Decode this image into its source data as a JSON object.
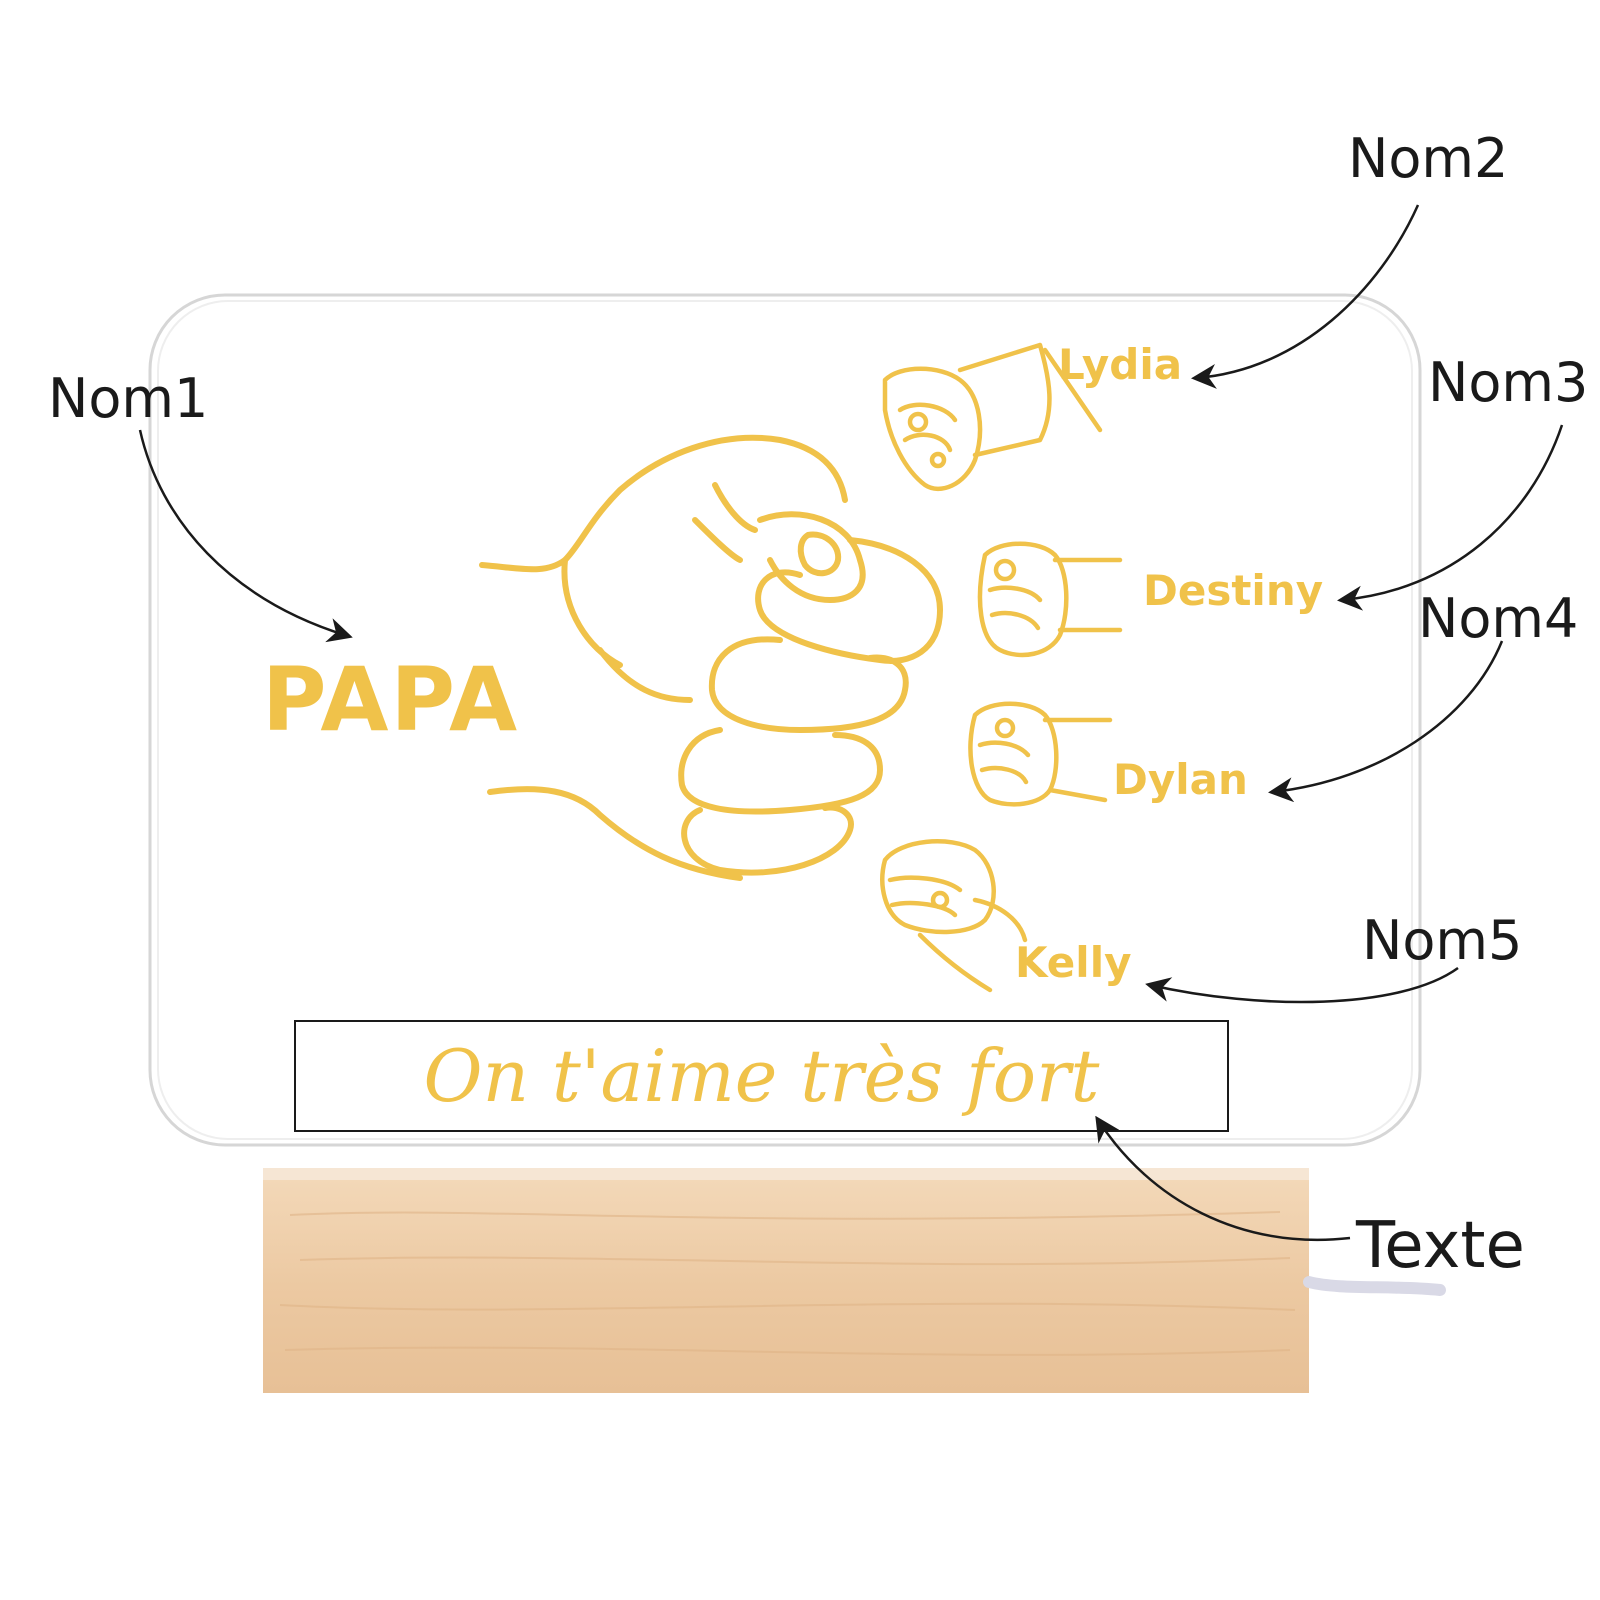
{
  "dad": {
    "name": "PAPA"
  },
  "children": [
    {
      "name": "Lydia"
    },
    {
      "name": "Destiny"
    },
    {
      "name": "Dylan"
    },
    {
      "name": "Kelly"
    }
  ],
  "message": "On t'aime très fort",
  "callouts": {
    "nom1": "Nom1",
    "nom2": "Nom2",
    "nom3": "Nom3",
    "nom4": "Nom4",
    "nom5": "Nom5",
    "texte": "Texte"
  },
  "colors": {
    "engraving": "#f0c24a",
    "wood": "#efd1b0",
    "annotation": "#1a1a1a"
  }
}
